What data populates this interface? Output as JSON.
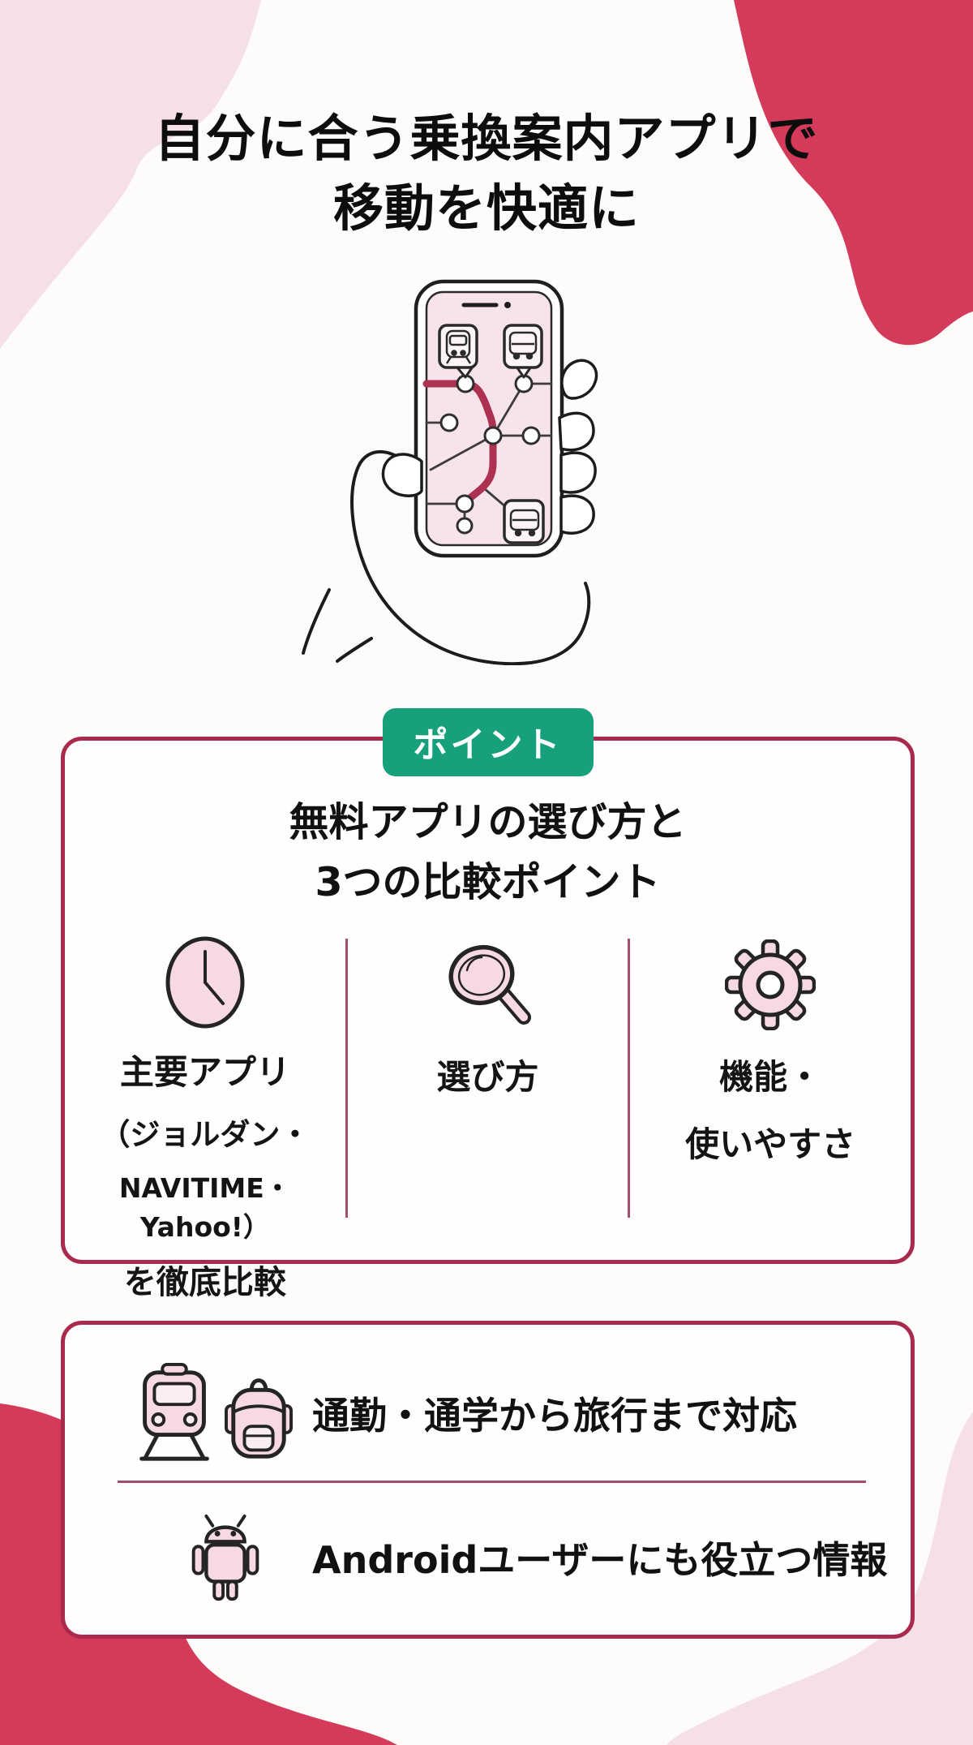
{
  "colors": {
    "background": "#fefbfb",
    "accent_red": "#d43a59",
    "blob_pink": "#f5dfe8",
    "card_border": "#a82b4d",
    "divider": "#a44f68",
    "badge_green": "#17a07c",
    "icon_pink": "#f6d9e3",
    "route_red": "#ad3150",
    "text": "#141414"
  },
  "title": {
    "line1": "自分に合う乗換案内アプリで",
    "line2": "移動を快適に"
  },
  "hero": {
    "illustration": "hand-holding-smartphone-with-transit-route-map",
    "icons": [
      "train-icon",
      "bus-icon",
      "bus-icon"
    ]
  },
  "points_card": {
    "badge_label": "ポイント",
    "heading_line1": "無料アプリの選び方と",
    "heading_line2": "3つの比較ポイント",
    "columns": [
      {
        "icon": "clock-icon",
        "lines": [
          "主要アプリ",
          "（ジョルダン・",
          "NAVITIME・Yahoo!）",
          "を徹底比較"
        ]
      },
      {
        "icon": "magnifier-icon",
        "lines": [
          "選び方"
        ]
      },
      {
        "icon": "gear-icon",
        "lines": [
          "機能・",
          "使いやすさ"
        ]
      }
    ]
  },
  "features_card": {
    "rows": [
      {
        "icons": [
          "train-icon",
          "backpack-icon"
        ],
        "text": "通勤・通学から旅行まで対応"
      },
      {
        "icons": [
          "android-icon"
        ],
        "text": "Androidユーザーにも役立つ情報"
      }
    ]
  }
}
